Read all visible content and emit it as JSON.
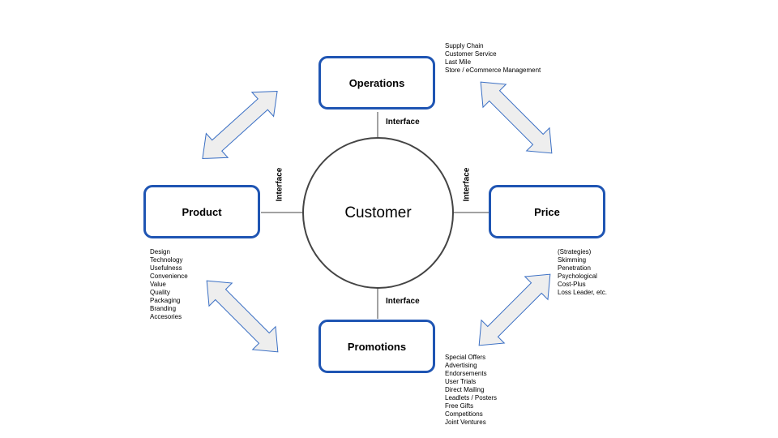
{
  "center": {
    "label": "Customer"
  },
  "boxes": {
    "operations": "Operations",
    "product": "Product",
    "price": "Price",
    "promotions": "Promotions"
  },
  "interfaces": {
    "top": "Interface",
    "left": "Interface",
    "right": "Interface",
    "bottom": "Interface"
  },
  "notes": {
    "operations": [
      "Supply Chain",
      "Customer Service",
      "Last Mile",
      "Store / eCommerce Management"
    ],
    "product": [
      "Design",
      "Technology",
      "Usefulness",
      "Convenience",
      "Value",
      "Quality",
      "Packaging",
      "Branding",
      "Accesories"
    ],
    "price": [
      "(Strategies)",
      "Skimming",
      "Penetration",
      "Psychological",
      "Cost-Plus",
      "Loss Leader, etc."
    ],
    "promotions": [
      "Special Offers",
      "Advertising",
      "Endorsements",
      "User Trials",
      "Direct Mailing",
      "Leadlets / Posters",
      "Free Gifts",
      "Competitions",
      "Joint Ventures"
    ]
  },
  "colors": {
    "box_border": "#1f55b3",
    "arrow_fill": "#eeeeee",
    "arrow_stroke": "#3a6fc4",
    "circle_border": "#444444"
  }
}
